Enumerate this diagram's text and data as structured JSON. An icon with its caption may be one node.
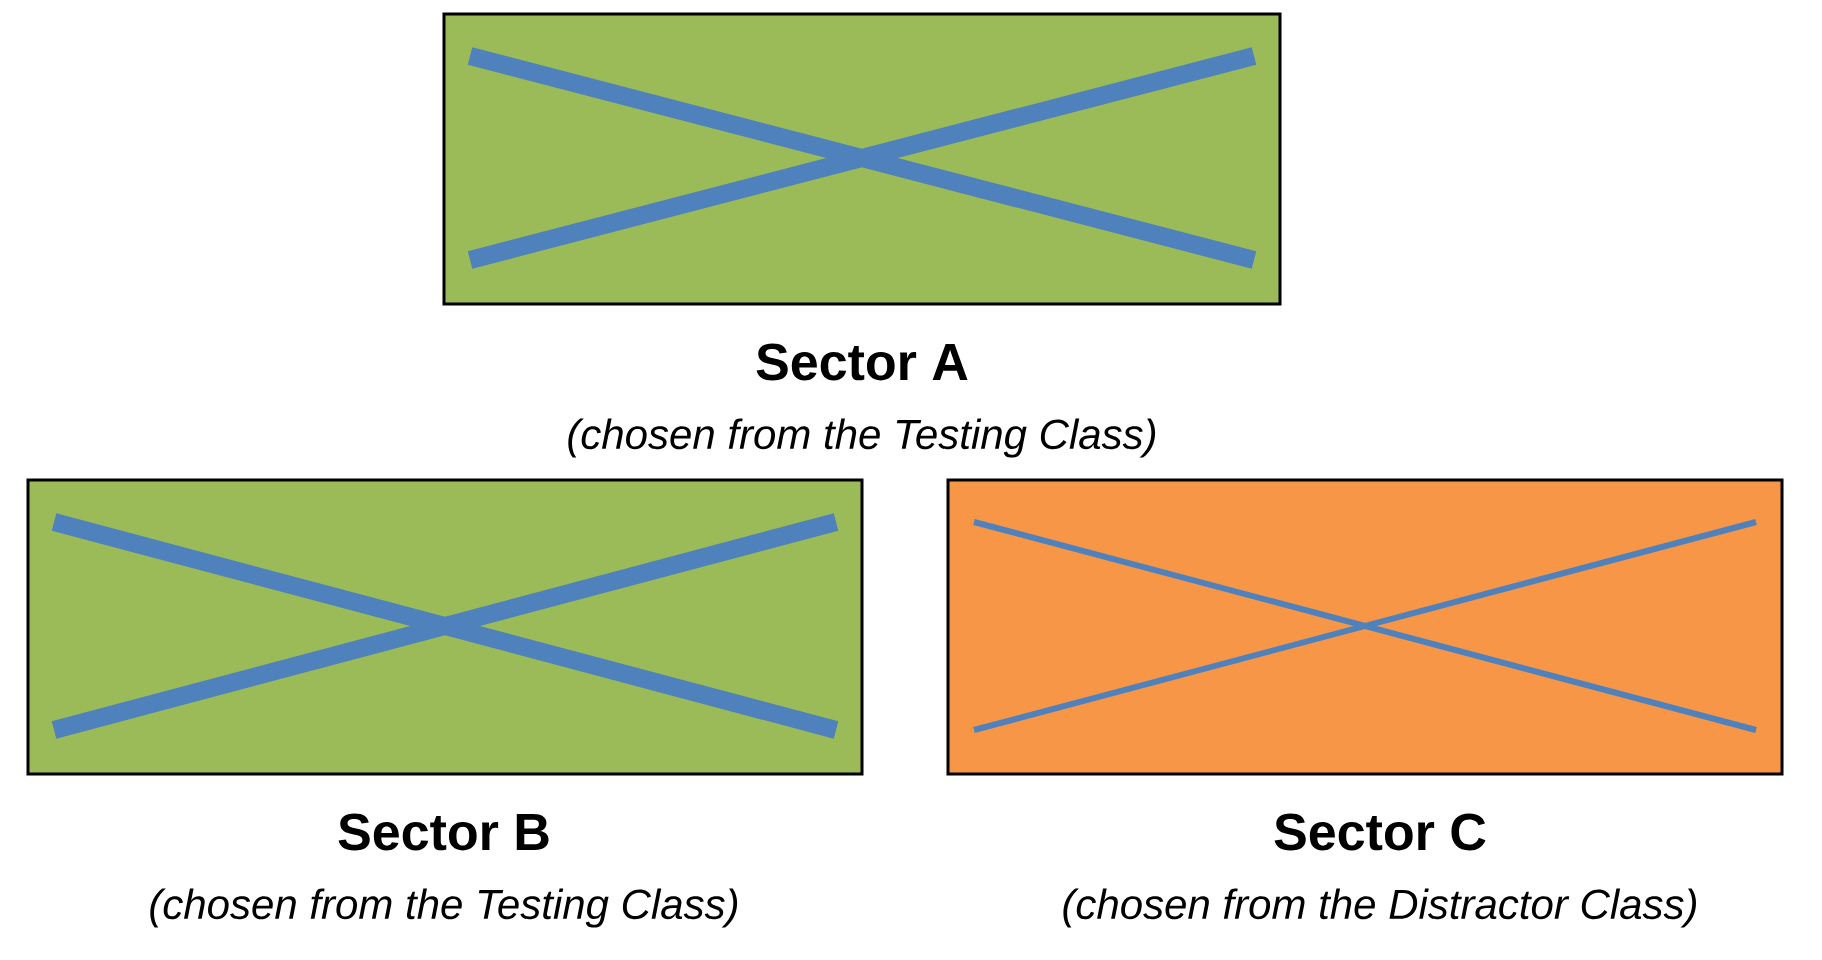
{
  "diagram": {
    "nodes": [
      {
        "text": [
          "Sector A",
          "(chosen from the Testing Class)"
        ]
      },
      {
        "text": [
          "Sector B",
          "(chosen from the Testing Class)"
        ]
      },
      {
        "text": [
          "Sector C",
          "(chosen from the Distractor Class)"
        ]
      }
    ],
    "edges": []
  }
}
